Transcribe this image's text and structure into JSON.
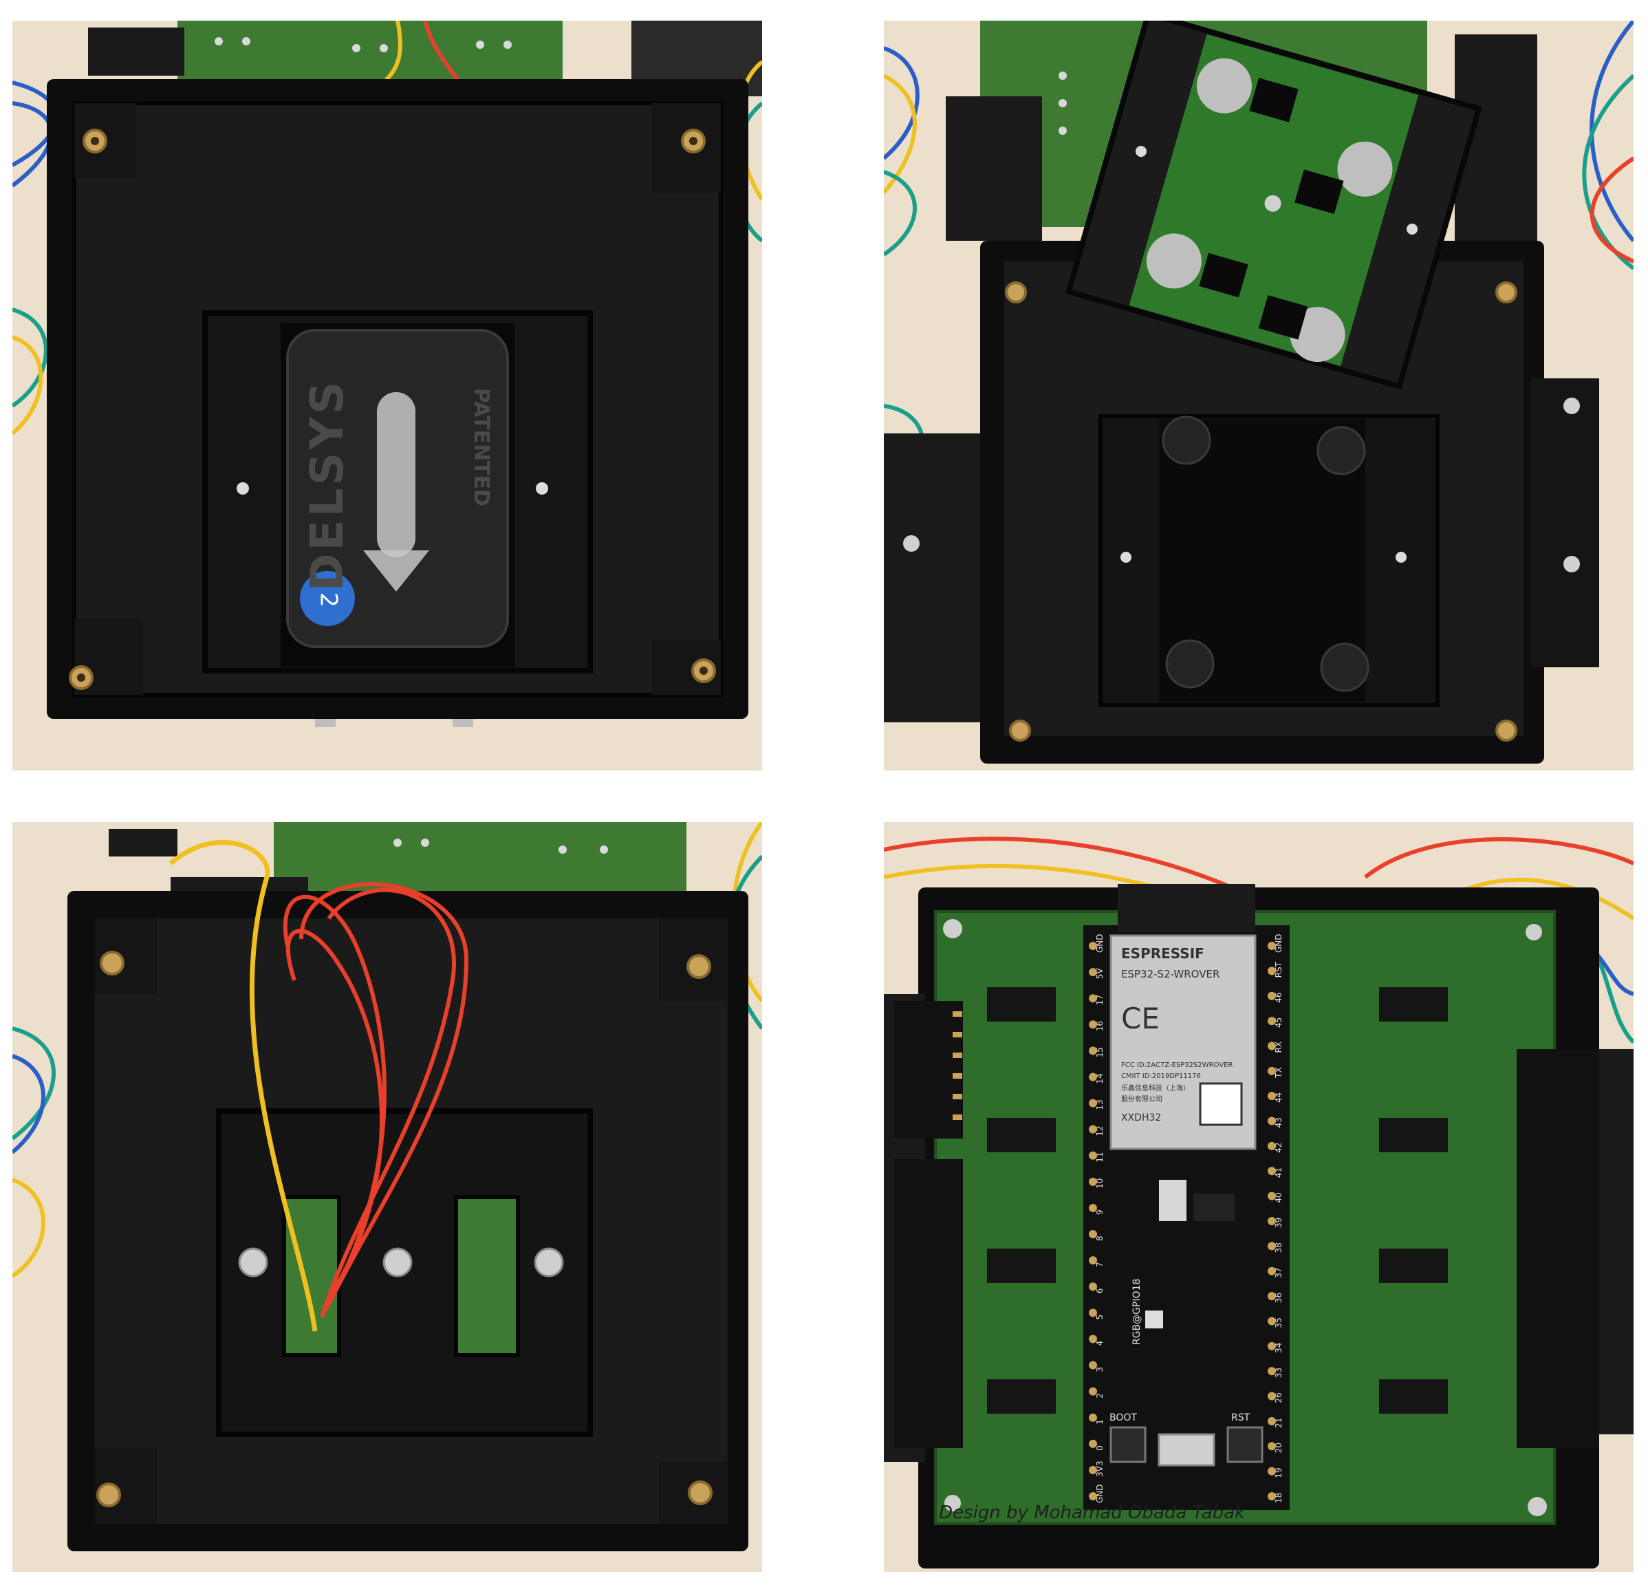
{
  "panels": {
    "top_left": {
      "sensor_brand": "DELSYS",
      "sensor_mark": "PATENTED",
      "sensor_badge": "2"
    },
    "bottom_right": {
      "module_brand": "ESPRESSIF",
      "module_model": "ESP32-S2-WROVER",
      "module_cert_line1": "FCC ID:2AC7Z-ESP32S2WROVER",
      "module_cert_line2": "CMIIT ID:2019DP11176",
      "module_maker": "乐鑫信息科技（上海）",
      "module_maker2": "股份有限公司",
      "module_mark": "XXDH32",
      "ce_mark": "CE",
      "board_label": "RGB@GPIO18",
      "boot_label": "BOOT",
      "rst_label": "RST",
      "credit": "Design by Mohamad Obada Tabak",
      "left_pins": [
        "GND",
        "3V3",
        "0",
        "1",
        "2",
        "3",
        "4",
        "5",
        "6",
        "7",
        "8",
        "9",
        "10",
        "11",
        "12",
        "13",
        "14",
        "15",
        "16",
        "17",
        "5V",
        "GND"
      ],
      "right_pins": [
        "GND",
        "RST",
        "46",
        "45",
        "RX",
        "TX",
        "44",
        "43",
        "42",
        "41",
        "40",
        "39",
        "38",
        "37",
        "36",
        "35",
        "34",
        "33",
        "26",
        "21",
        "20",
        "19",
        "18"
      ]
    }
  },
  "colors": {
    "background": "#e9dcc6",
    "enclosure": "#111111",
    "pcb": "#2f6e2a",
    "insert": "#c9a35a",
    "wire_red": "#e8402a",
    "wire_yellow": "#f0c020",
    "wire_blue": "#2b5fc8",
    "wire_teal": "#1aa08a"
  }
}
